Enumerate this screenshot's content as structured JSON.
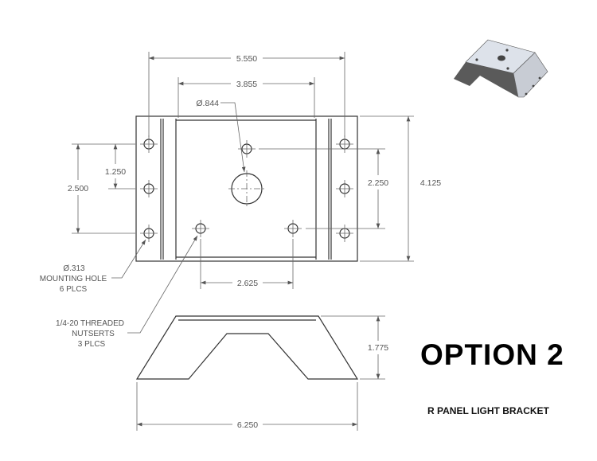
{
  "title": "OPTION 2",
  "subtitle": "R PANEL LIGHT BRACKET",
  "dimensions": {
    "overall_hole_span": "5.550",
    "inner_width": "3.855",
    "center_hole_dia": "Ø.844",
    "hole_pitch_short": "1.250",
    "hole_pitch_long": "2.500",
    "nutsert_vertical": "2.250",
    "plate_depth": "4.125",
    "nutsert_horizontal": "2.625",
    "height": "1.775",
    "overall_length": "6.250"
  },
  "notes": {
    "mounting_hole": [
      "Ø.313",
      "MOUNTING HOLE",
      "6 PLCS"
    ],
    "nutserts": [
      "1/4-20 THREADED",
      "NUTSERTS",
      "3 PLCS"
    ]
  }
}
